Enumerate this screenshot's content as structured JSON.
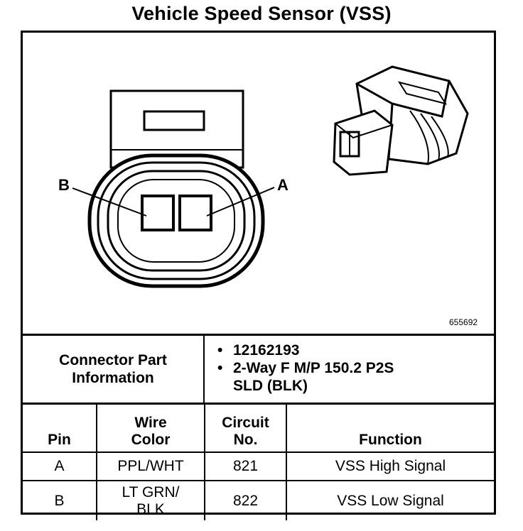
{
  "title": "Vehicle Speed Sensor (VSS)",
  "figure": {
    "label_b": "B",
    "label_a": "A",
    "figure_id": "655692"
  },
  "connector_info": {
    "label_line1": "Connector Part",
    "label_line2": "Information",
    "items": [
      "12162193",
      "2-Way F M/P 150.2 P2S",
      "SLD (BLK)"
    ]
  },
  "table": {
    "headers": {
      "pin": "Pin",
      "wire_line1": "Wire",
      "wire_line2": "Color",
      "circuit_line1": "Circuit",
      "circuit_line2": "No.",
      "function": "Function"
    },
    "rows": [
      {
        "pin": "A",
        "wire_line1": "PPL/WHT",
        "wire_line2": "",
        "circuit": "821",
        "function": "VSS High Signal"
      },
      {
        "pin": "B",
        "wire_line1": "LT GRN/",
        "wire_line2": "BLK",
        "circuit": "822",
        "function": "VSS Low Signal"
      }
    ]
  }
}
